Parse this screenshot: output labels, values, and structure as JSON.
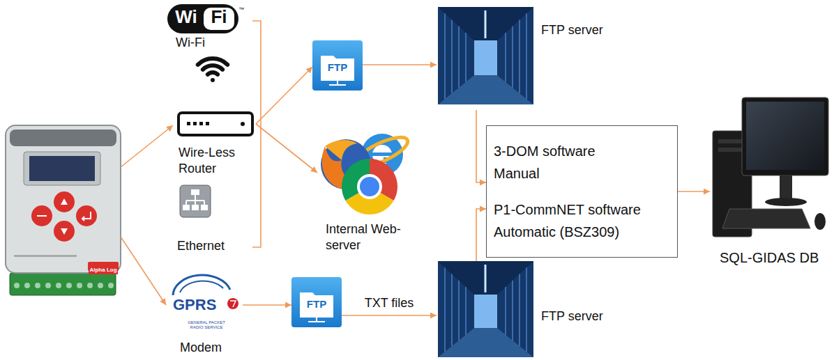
{
  "diagram": {
    "nodes": [
      {
        "text": [
          "Alpha Log"
        ]
      },
      {
        "text": [
          "Wi",
          "Fi",
          "™",
          "Wi-Fi"
        ]
      },
      {
        "text": [
          "Wire-Less Router"
        ]
      },
      {
        "text": [
          "Ethernet"
        ]
      },
      {
        "text": [
          "FTP"
        ]
      },
      {
        "text": [
          "Internal Web-server"
        ]
      },
      {
        "text": [
          "FTP server"
        ]
      },
      {
        "text": [
          "3-DOM software Manual",
          "P1-CommNET software Automatic (BSZ309)"
        ]
      },
      {
        "text": [
          "SQL-GIDAS DB"
        ]
      },
      {
        "text": [
          "GPRS",
          "GENERAL PACKET RADIO SERVICE",
          "Modem"
        ]
      },
      {
        "text": [
          "FTP"
        ]
      },
      {
        "text": [
          "FTP server"
        ]
      }
    ],
    "edges": [
      {
        "from": 0,
        "to": 2,
        "arrow": "to"
      },
      {
        "from": 0,
        "to": 9,
        "arrow": "to"
      },
      {
        "from": 2,
        "to": 4,
        "arrow": "to"
      },
      {
        "from": 2,
        "to": 5,
        "arrow": "to"
      },
      {
        "from": 4,
        "to": 6,
        "arrow": "to"
      },
      {
        "from": 6,
        "to": 7,
        "arrow": "to"
      },
      {
        "from": 11,
        "to": 7,
        "arrow": "to"
      },
      {
        "from": 7,
        "to": 8,
        "arrow": "to"
      },
      {
        "from": 9,
        "to": 10,
        "arrow": "to"
      },
      {
        "from": 10,
        "to": 11,
        "arrow": "to",
        "label": "TXT files"
      }
    ]
  }
}
